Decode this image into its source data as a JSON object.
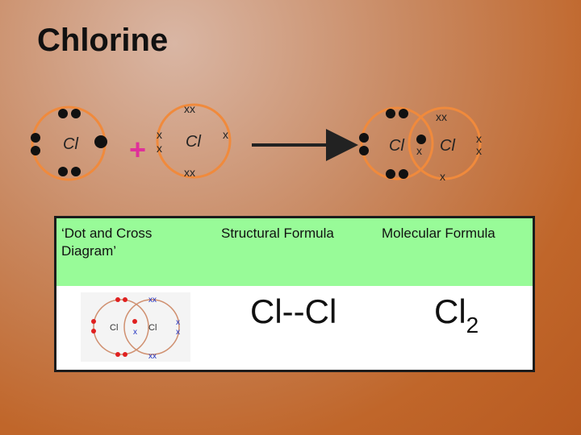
{
  "title": "Chlorine",
  "atom_symbol": "Cl",
  "dot": "●",
  "cross": "x",
  "cross_pair": "xx",
  "plus_sign": "+",
  "colors": {
    "orbit": "#f08a3c",
    "dot": "#111111",
    "plus": "#e0309a",
    "header": "#98fb98",
    "mini_dot": "#e02020",
    "mini_cross": "#2030c0"
  },
  "table": {
    "headers": [
      "‘Dot and Cross Diagram’",
      "Structural Formula",
      "Molecular Formula"
    ],
    "structural_formula": "Cl--Cl",
    "molecular_symbol": "Cl",
    "molecular_subscript": "2"
  }
}
